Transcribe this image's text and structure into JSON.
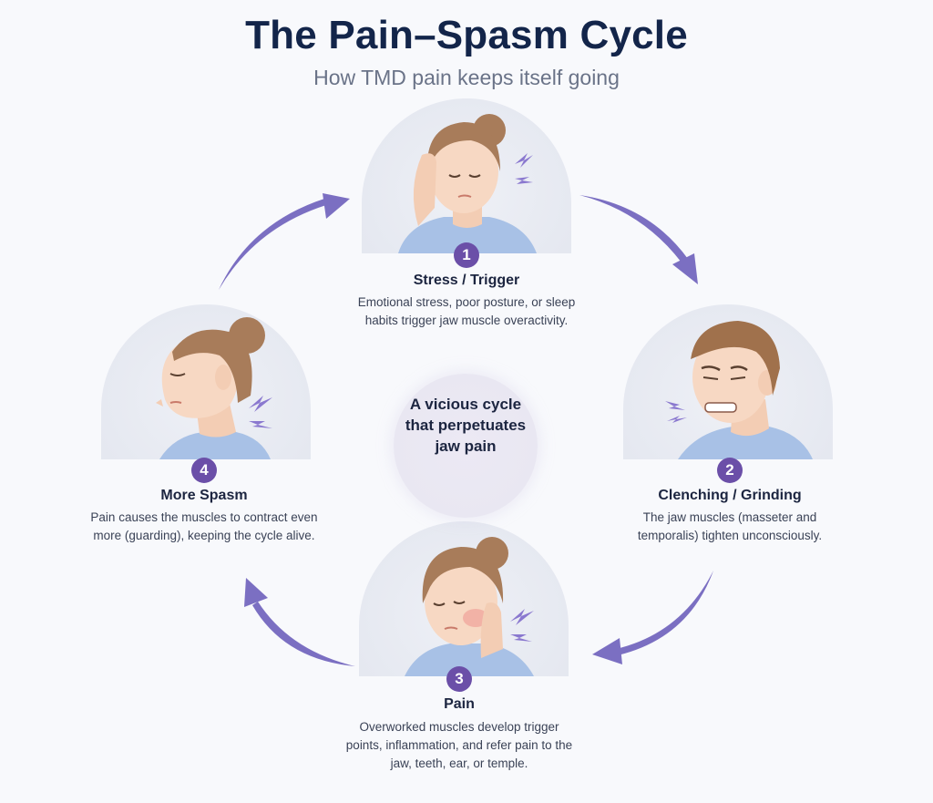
{
  "header": {
    "title": "The Pain–Spasm Cycle",
    "subtitle": "How TMD pain keeps itself going"
  },
  "center": {
    "text": "A vicious cycle that perpetuates jaw pain"
  },
  "colors": {
    "accent": "#6b4fa8",
    "arrow": "#7b6fc2",
    "title": "#13254a",
    "subtitle": "#6a7388",
    "lightning": "#8a78cf"
  },
  "steps": [
    {
      "number": "1",
      "title": "Stress / Trigger",
      "description": "Emotional stress, poor posture, or sleep habits trigger jaw muscle overactivity.",
      "illustration": "woman-holding-temple-icon"
    },
    {
      "number": "2",
      "title": "Clenching / Grinding",
      "description": "The jaw muscles (masseter and temporalis) tighten unconsciously.",
      "illustration": "man-clenching-teeth-icon"
    },
    {
      "number": "3",
      "title": "Pain",
      "description": "Overworked muscles develop trigger points, inflammation, and refer pain to the jaw, teeth, ear, or temple.",
      "illustration": "woman-holding-jaw-icon"
    },
    {
      "number": "4",
      "title": "More Spasm",
      "description": "Pain causes the muscles to contract even more (guarding), keeping the cycle alive.",
      "illustration": "woman-neck-spasm-icon"
    }
  ],
  "arrows": [
    {
      "from": "1",
      "to": "2"
    },
    {
      "from": "2",
      "to": "3"
    },
    {
      "from": "3",
      "to": "4"
    },
    {
      "from": "4",
      "to": "1"
    }
  ]
}
